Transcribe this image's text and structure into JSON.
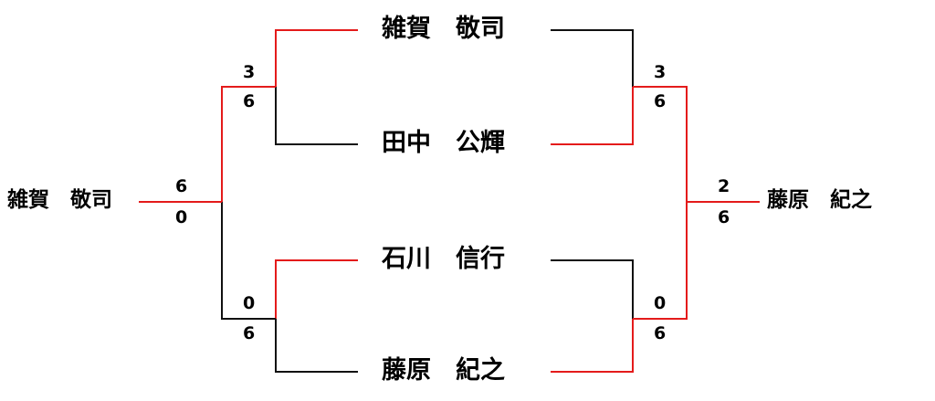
{
  "colors": {
    "winner_line": "#e41b1b",
    "loser_line": "#111111",
    "text": "#000000"
  },
  "players": {
    "p1": "雑賀　敬司",
    "p2": "田中　公輝",
    "p3": "石川　信行",
    "p4": "藤原　紀之"
  },
  "champions": {
    "left": "雑賀　敬司",
    "right": "藤原　紀之"
  },
  "scores": {
    "left_semi_top": {
      "top": "3",
      "bottom": "6"
    },
    "left_semi_bottom": {
      "top": "0",
      "bottom": "6"
    },
    "left_final": {
      "top": "6",
      "bottom": "0"
    },
    "right_semi_top": {
      "top": "3",
      "bottom": "6"
    },
    "right_semi_bottom": {
      "top": "0",
      "bottom": "6"
    },
    "right_final": {
      "top": "2",
      "bottom": "6"
    }
  }
}
